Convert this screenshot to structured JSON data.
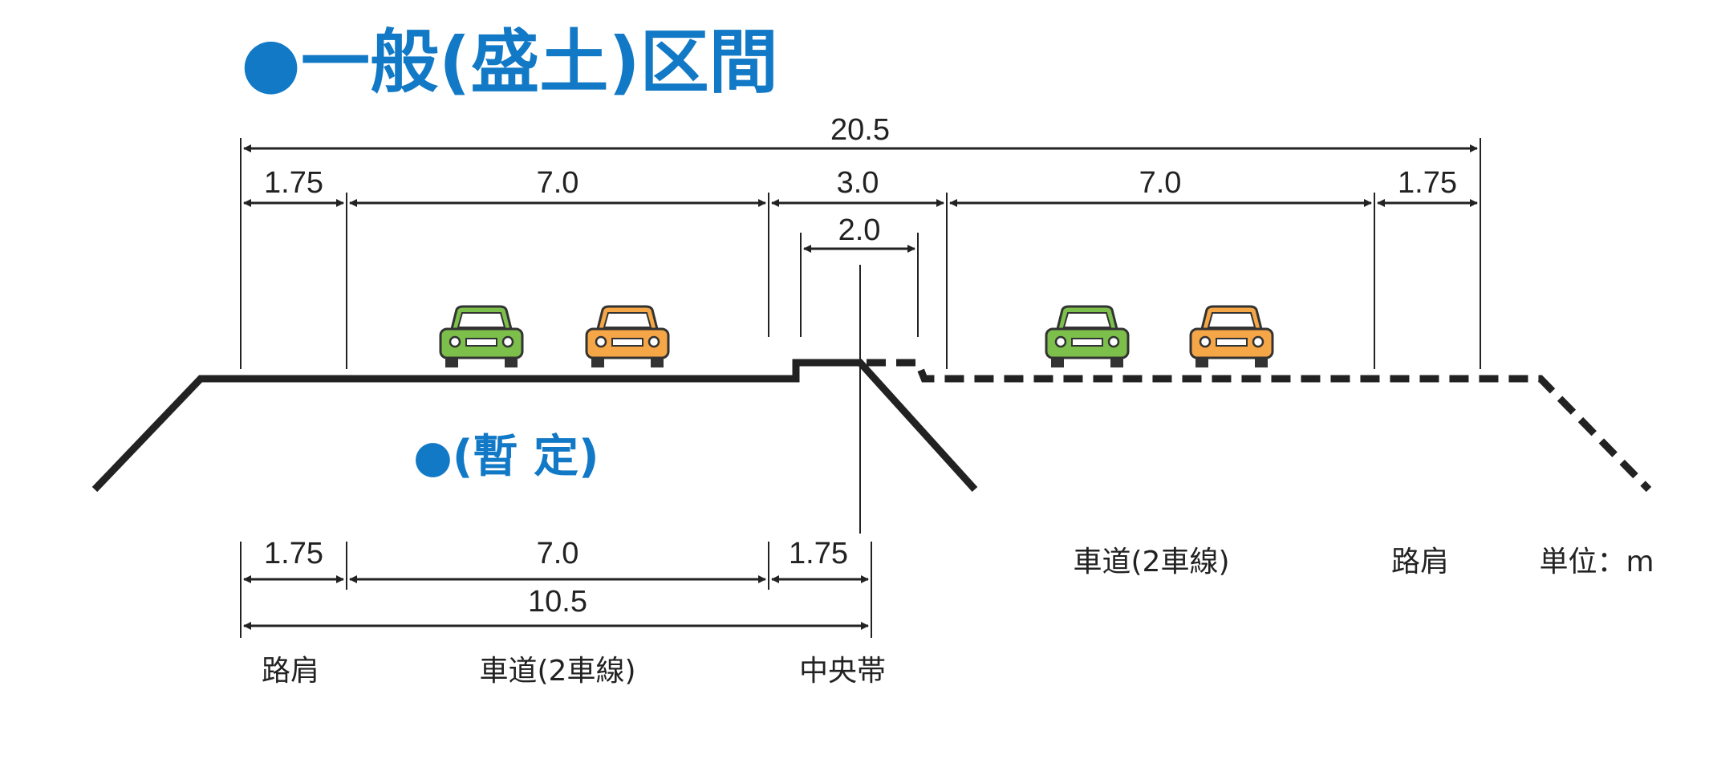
{
  "title": "●一般(盛土)区間",
  "subtitle": "●(暫 定)",
  "colors": {
    "title_blue": "#1279c6",
    "line": "#222222",
    "car_green": "#7cc04b",
    "car_orange": "#f5a646"
  },
  "full_section": {
    "total_width": "20.5",
    "widths": [
      "1.75",
      "7.0",
      "3.0",
      "7.0",
      "1.75"
    ],
    "median_inner": "2.0"
  },
  "provisional_section": {
    "widths": [
      "1.75",
      "7.0",
      "1.75"
    ],
    "total_width": "10.5"
  },
  "labels": {
    "shoulder_left": "路肩",
    "carriageway_left": "車道(2車線)",
    "median": "中央帯",
    "carriageway_right": "車道(2車線)",
    "shoulder_right": "路肩",
    "unit": "単位：m"
  },
  "icons": [
    "car-icon"
  ]
}
